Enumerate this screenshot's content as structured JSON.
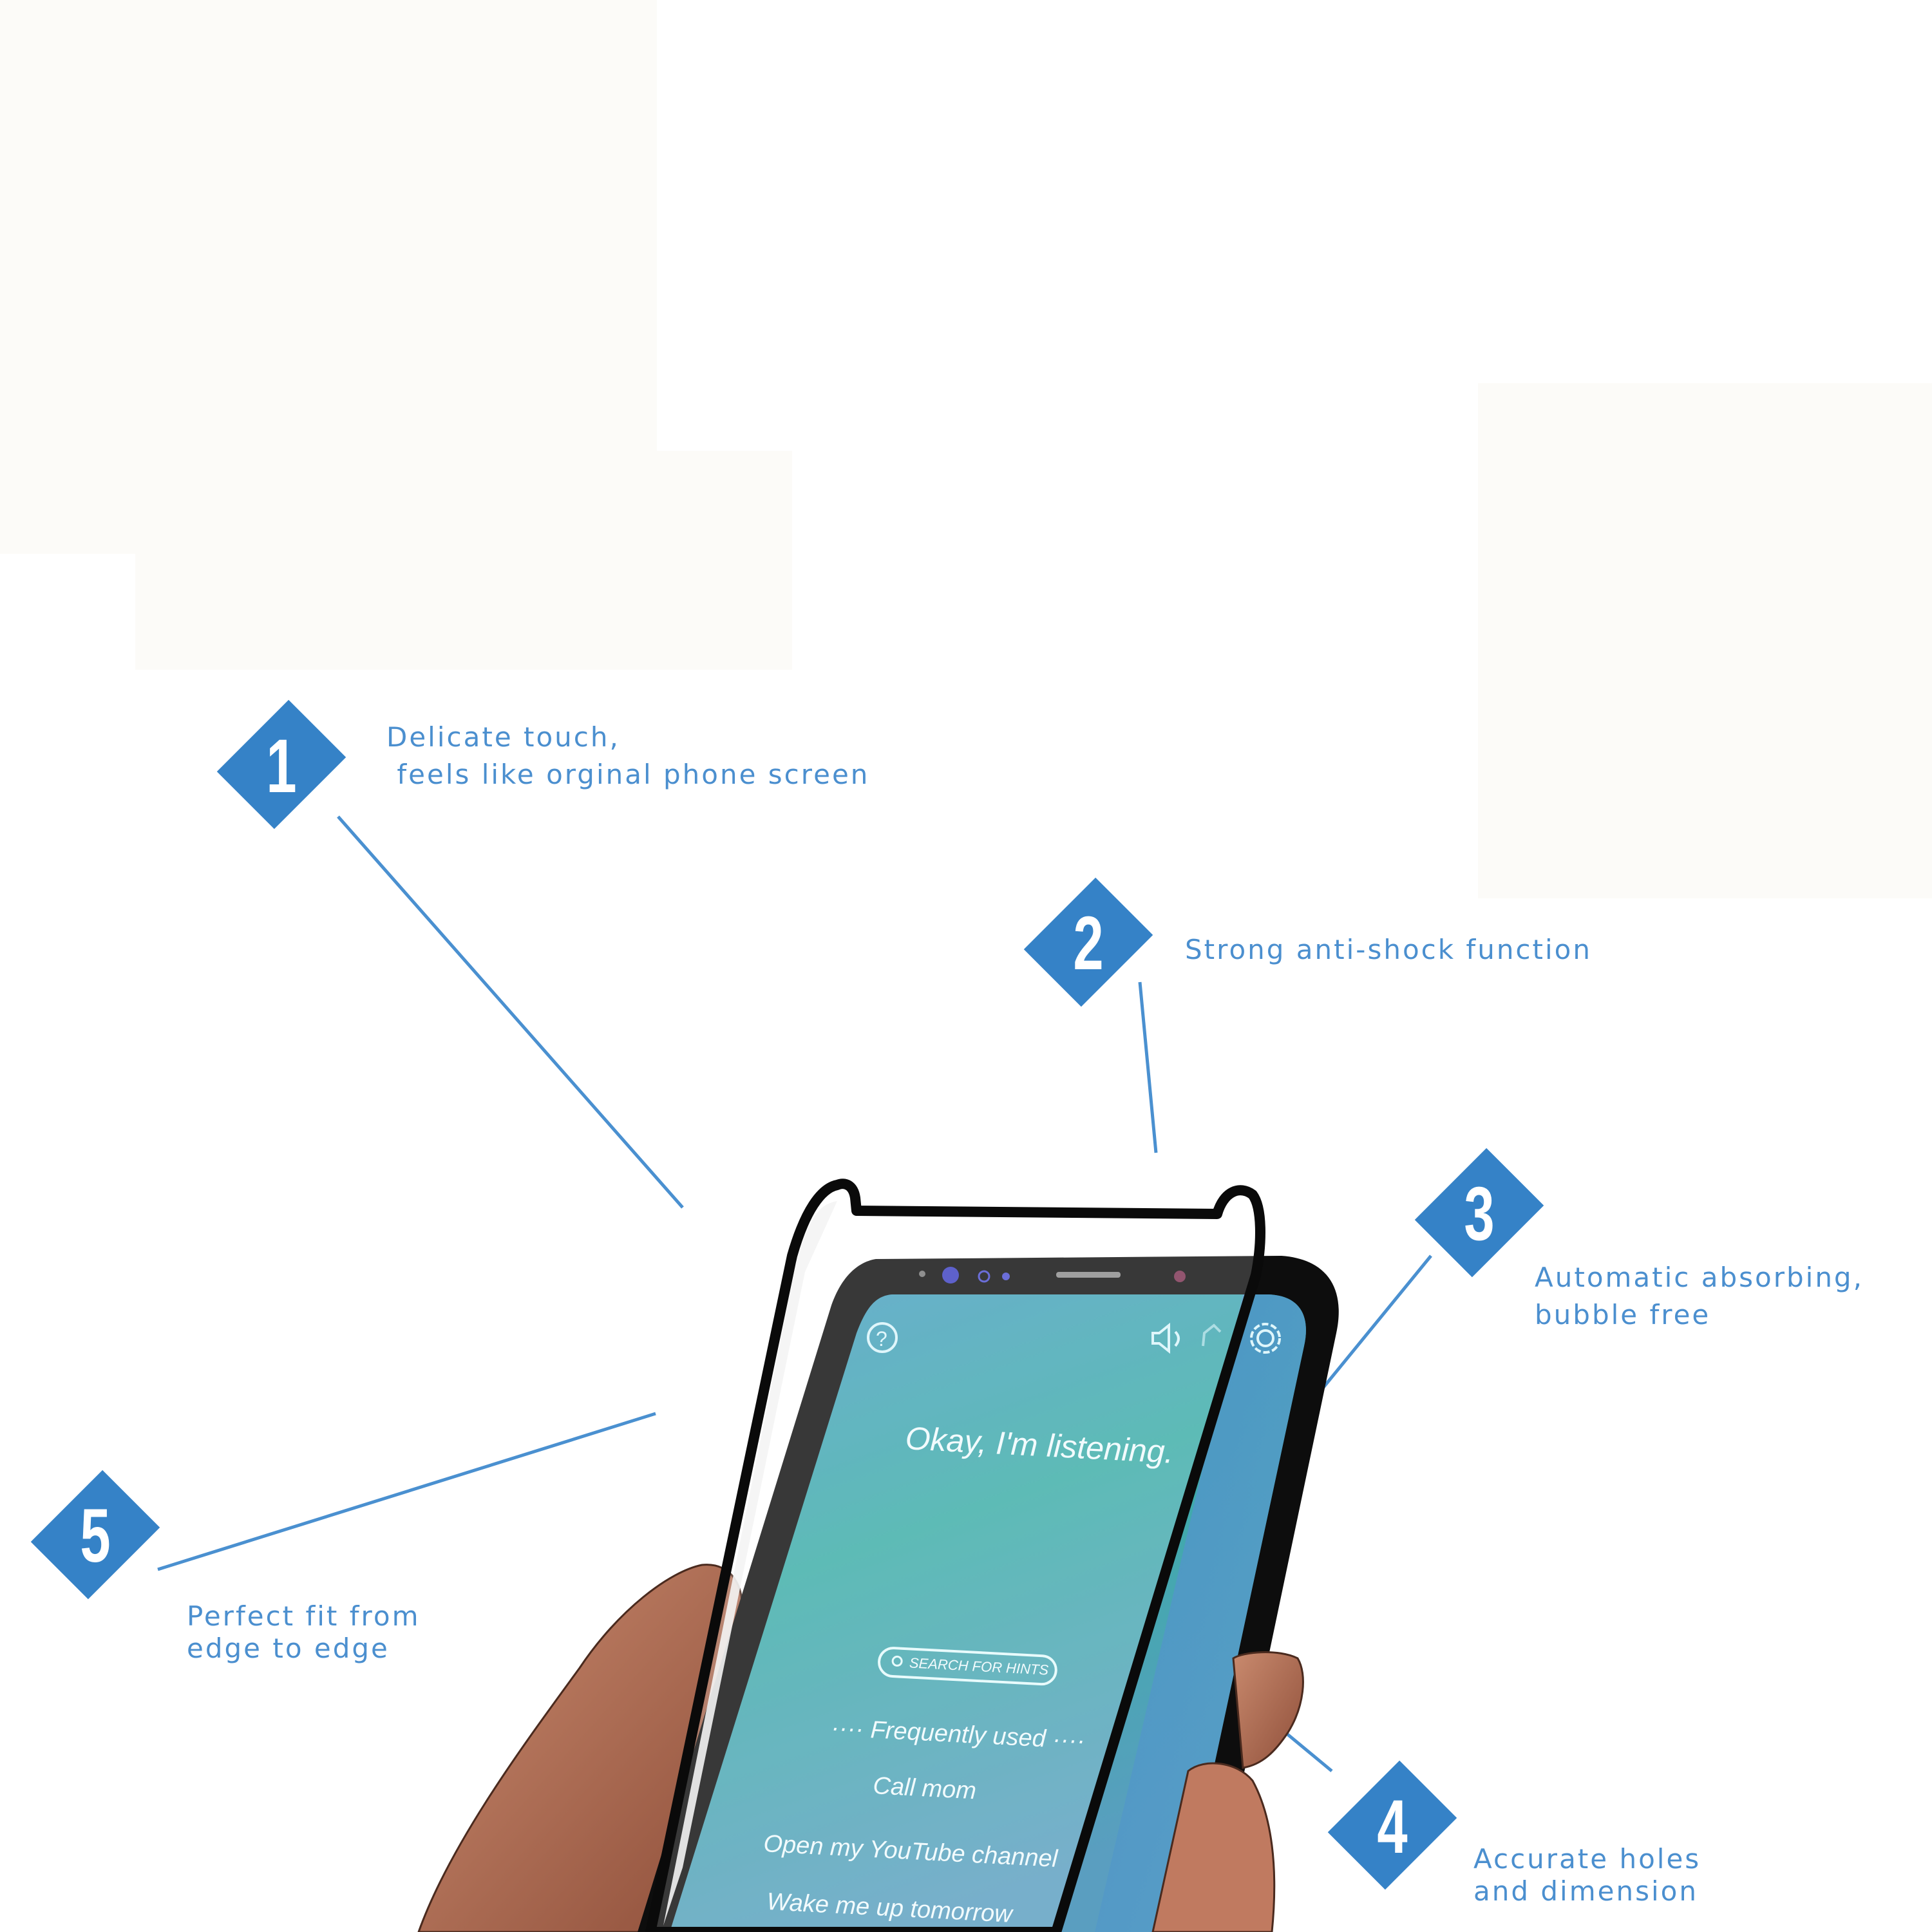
{
  "colors": {
    "accent_blue": "#3582c7",
    "label_blue": "#4b8fcf",
    "leader_line": "#4a90d0",
    "screen_teal": "#3aaaa6",
    "screen_blue": "#4a95c8",
    "bezel": "#0d0d0d",
    "skin": "#b9735a",
    "background_tint": "#fcfbf8"
  },
  "features": [
    {
      "number": "1",
      "lines": [
        "Delicate touch,",
        " feels like orginal phone screen"
      ]
    },
    {
      "number": "2",
      "lines": [
        "Strong anti-shock function"
      ]
    },
    {
      "number": "3",
      "lines": [
        "Automatic absorbing,",
        "bubble free"
      ]
    },
    {
      "number": "4",
      "lines": [
        "Accurate holes",
        "and dimension"
      ]
    },
    {
      "number": "5",
      "lines": [
        "Perfect fit from",
        "edge to edge"
      ]
    }
  ],
  "phone_screen": {
    "icons": [
      "help-icon",
      "volume-icon",
      "home-icon",
      "settings-icon"
    ],
    "headline": "Okay, I'm listening.",
    "search_button": "SEARCH FOR HINTS",
    "section_title": "···· Frequently used ····",
    "suggestions": [
      "Call mom",
      "Open my YouTube channel",
      "Wake me up tomorrow"
    ]
  }
}
